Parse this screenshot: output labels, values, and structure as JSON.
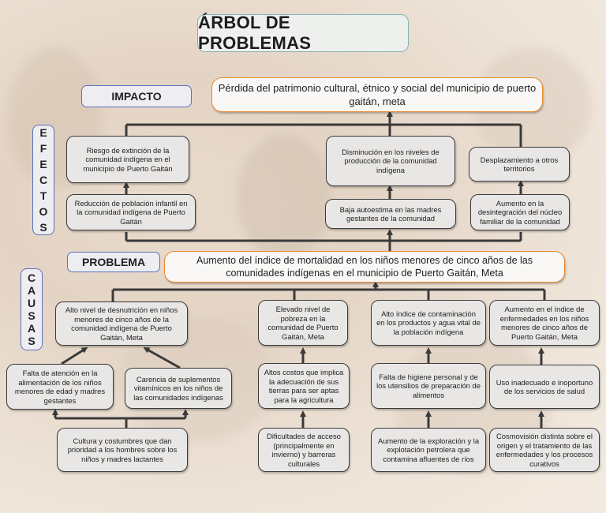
{
  "title": "ÁRBOL DE PROBLEMAS",
  "labels": {
    "impacto": "IMPACTO",
    "problema": "PROBLEMA",
    "efectos": "EFECTOS",
    "causas": "CAUSAS"
  },
  "impact": "Pérdida del patrimonio cultural, étnico y social del municipio de puerto gaitán, meta",
  "problem": "Aumento del índice de mortalidad en los niños menores de cinco años de las comunidades indígenas en el municipio de Puerto Gaitán, Meta",
  "effects": [
    "Riesgo de extinción de la comunidad indígena en el municipio de Puerto Gaitán",
    "Disminución en los niveles de producción de la comunidad indígena",
    "Desplazamiento a otros territorios",
    "Reducción de población infantil en la comunidad indígena de Puerto Gaitán",
    "Baja autoestima en las madres gestantes de la comunidad",
    "Aumento en la desintegración del núcleo familiar de la comunidad"
  ],
  "causes": [
    "Alto nivel de desnutrición en niños menores de cinco años de la comunidad indígena de Puerto Gaitán, Meta",
    "Elevado nivel de pobreza en la comunidad de Puerto Gaitán, Meta",
    "Alto índice de contaminación en los productos y agua vital de la población indígena",
    "Aumento en el índice de enfermedades en los niños menores de cinco años de Puerto Gaitán, Meta"
  ],
  "subcauses": [
    "Falta de atención en la alimentación de los niños menores de edad y madres gestantes",
    "Carencia de suplementos vitamínicos en los niños de las comunidades indígenas",
    "Altos costos que implica la adecuación de sus tierras para ser aptas para la agricultura",
    "Falta de higiene personal y de los utensilios de preparación de alimentos",
    "Uso inadecuado e inoportuno de los servicios de salud"
  ],
  "rootcauses": [
    "Cultura y costumbres que dan prioridad a los hombres sobre los niños y madres lactantes",
    "Dificultades de acceso (principalmente en invierno) y barreras culturales",
    "Aumento de la exploración y la explotación petrolera que contamina afluentes de ríos",
    "Cosmovisión distinta sobre el origen y el tratamiento de las enfermedades y los procesos curativos"
  ],
  "colors": {
    "orange_border": "#e8892f",
    "blue_border": "#5a72b8",
    "teal_border": "#7fb5b0",
    "connector": "#3a3a3a"
  }
}
